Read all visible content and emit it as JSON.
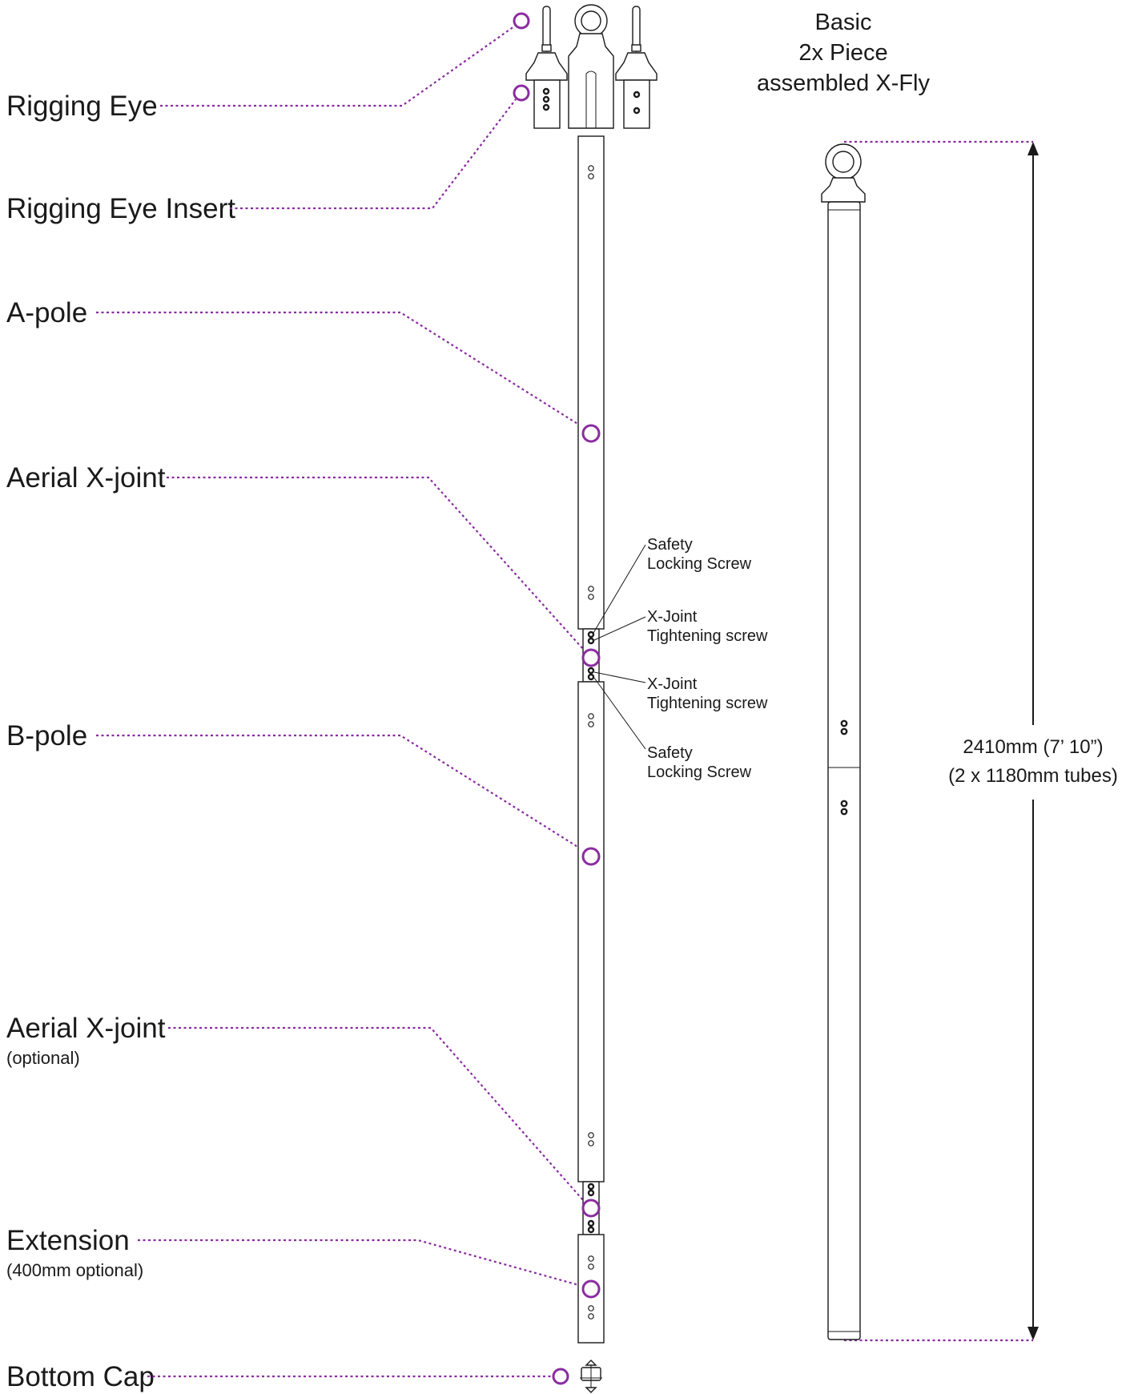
{
  "colors": {
    "accent": "#8a2ca0",
    "line": "#1a1a1a"
  },
  "labels": {
    "rigging_eye": "Rigging Eye",
    "rigging_eye_insert": "Rigging Eye Insert",
    "a_pole": "A-pole",
    "aerial_x_joint": "Aerial X-joint",
    "b_pole": "B-pole",
    "aerial_x_joint_2": "Aerial X-joint",
    "aerial_x_joint_2_note": "(optional)",
    "extension": "Extension",
    "extension_note": "(400mm optional)",
    "bottom_cap": "Bottom Cap"
  },
  "callouts": {
    "safety_top_1": "Safety",
    "safety_top_2": "Locking Screw",
    "tight_top_1": "X-Joint",
    "tight_top_2": "Tightening screw",
    "tight_bottom_1": "X-Joint",
    "tight_bottom_2": "Tightening screw",
    "safety_bottom_1": "Safety",
    "safety_bottom_2": "Locking Screw"
  },
  "assembled": {
    "title_line1": "Basic",
    "title_line2": "2x Piece",
    "title_line3": "assembled X-Fly",
    "dimension_line1": "2410mm (7’ 10”)",
    "dimension_line2": "(2 x 1180mm tubes)"
  }
}
